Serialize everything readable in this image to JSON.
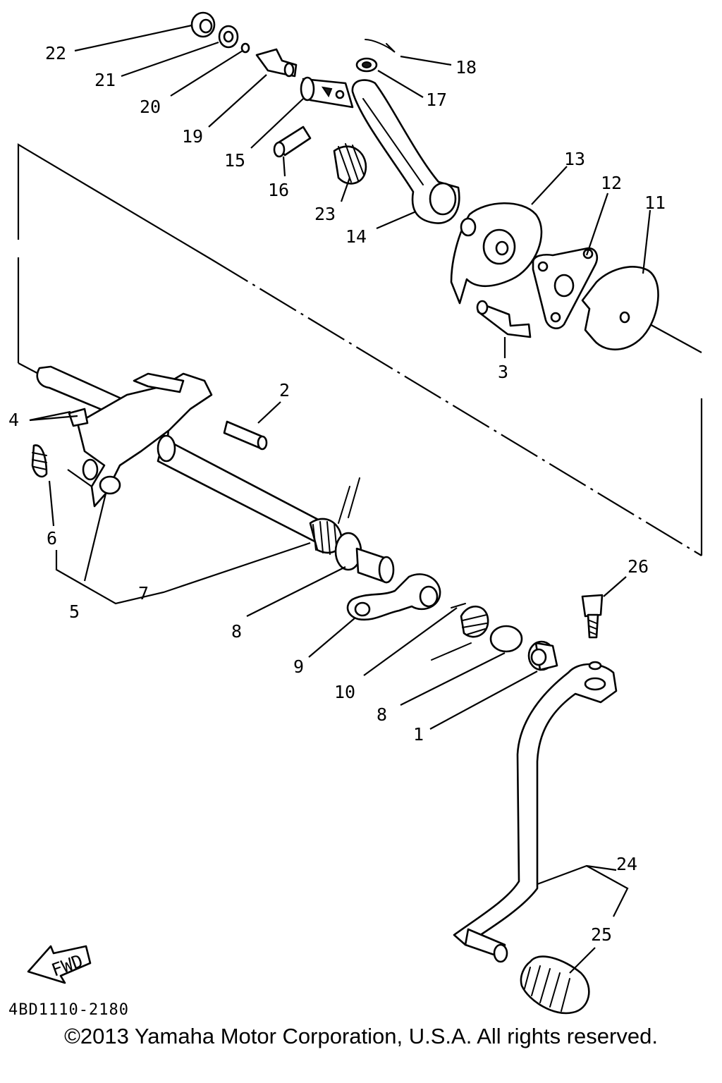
{
  "callouts": {
    "c1": "1",
    "c2": "2",
    "c3": "3",
    "c4": "4",
    "c5": "5",
    "c6": "6",
    "c7": "7",
    "c8a": "8",
    "c8b": "8",
    "c9": "9",
    "c10": "10",
    "c11": "11",
    "c12": "12",
    "c13": "13",
    "c14": "14",
    "c15": "15",
    "c16": "16",
    "c17": "17",
    "c18": "18",
    "c19": "19",
    "c20": "20",
    "c21": "21",
    "c22": "22",
    "c23": "23",
    "c24": "24",
    "c25": "25",
    "c26": "26"
  },
  "fwd_label": "FWD",
  "doc_code": "4BD1110-2180",
  "copyright": "©2013 Yamaha Motor Corporation, U.S.A. All rights reserved."
}
